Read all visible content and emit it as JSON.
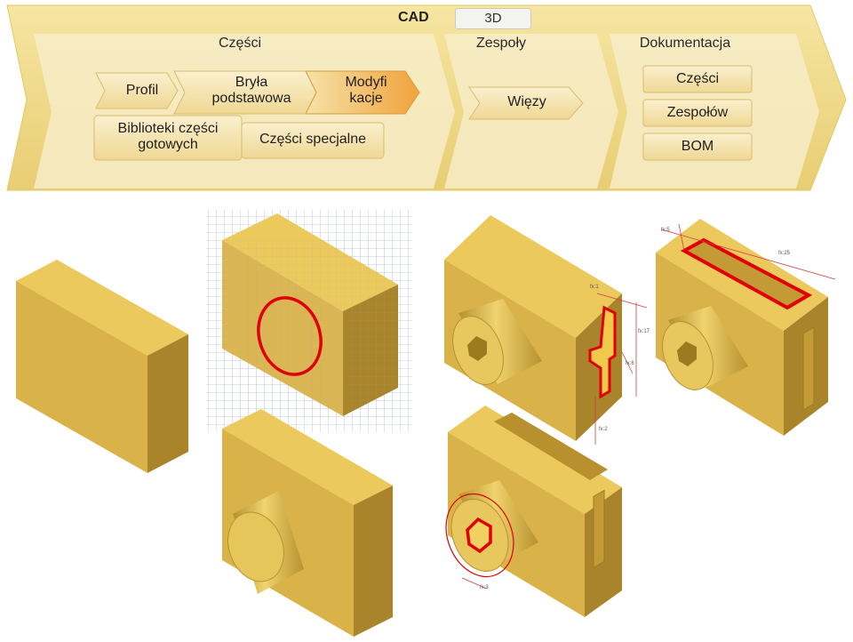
{
  "tabs": {
    "cad": "CAD",
    "three_d": "3D"
  },
  "stages": {
    "czesci": "Części",
    "zespoly": "Zespoły",
    "dokumentacja": "Dokumentacja"
  },
  "chips": {
    "profil": "Profil",
    "biblioteki_line1": "Biblioteki części",
    "biblioteki_line2": "gotowych",
    "bryla_line1": "Bryła",
    "bryla_line2": "podstawowa",
    "modyfikacje_line1": "Modyfi",
    "modyfikacje_line2": "kacje",
    "czesci_specjalne": "Części specjalne",
    "wiezy": "Więzy",
    "doc_czesci": "Części",
    "doc_zespolow": "Zespołów",
    "doc_bom": "BOM"
  },
  "dimension_labels": {
    "d1": "fx:1",
    "d2": "fx:17",
    "d3": "fx:6",
    "d4": "fx:2",
    "d5": "fx:5",
    "d6": "fx:25",
    "d7": "fx:3"
  },
  "colors": {
    "banner": "#f0dc8c",
    "arrow_fill": "#f7ecc2",
    "chip": "#f5e4b0",
    "chip_active": "#f2a640",
    "solid_top": "#e8c65a",
    "solid_front": "#d6b04a",
    "solid_side": "#b08a2a",
    "highlight": "#e00000",
    "grid": "#9aa6c8"
  }
}
